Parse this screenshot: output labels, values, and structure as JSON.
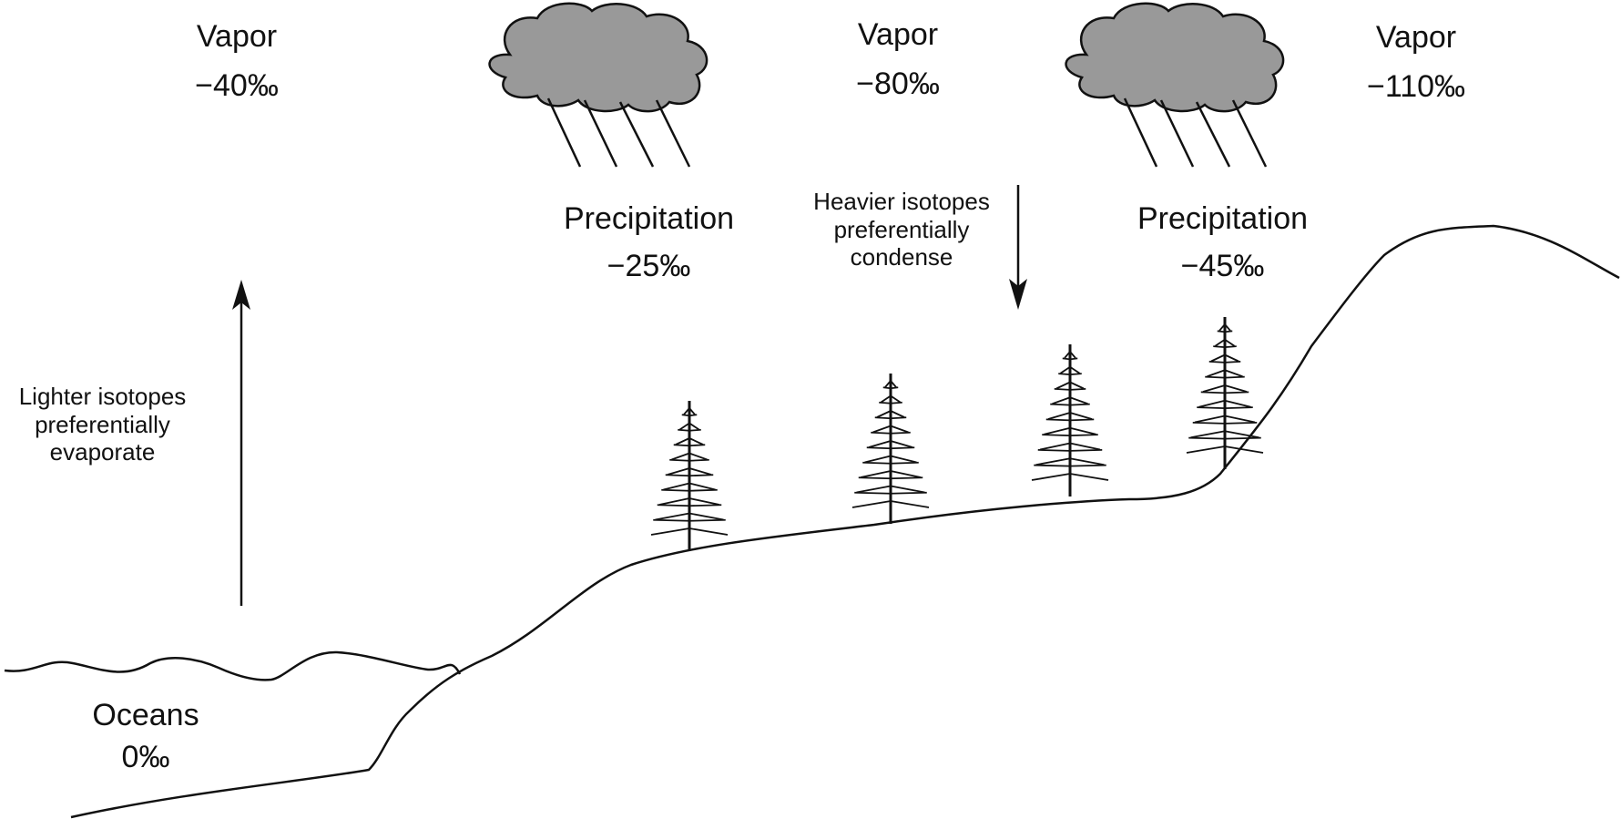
{
  "labels": {
    "vapor1": {
      "name": "Vapor",
      "value": "−40‰"
    },
    "vapor2": {
      "name": "Vapor",
      "value": "−80‰"
    },
    "vapor3": {
      "name": "Vapor",
      "value": "−110‰"
    },
    "precip1": {
      "name": "Precipitation",
      "value": "−25‰"
    },
    "precip2": {
      "name": "Precipitation",
      "value": "−45‰"
    },
    "oceans": {
      "name": "Oceans",
      "value": "0‰"
    },
    "lighter": [
      "Lighter isotopes",
      "preferentially",
      "evaporate"
    ],
    "heavier": [
      "Heavier isotopes",
      "preferentially",
      "condense"
    ]
  },
  "colors": {
    "cloud_fill": "#999999",
    "line": "#111111",
    "background": "#ffffff"
  },
  "icons": [
    "cloud-icon",
    "tree-icon",
    "arrow-up-icon",
    "arrow-down-icon"
  ]
}
